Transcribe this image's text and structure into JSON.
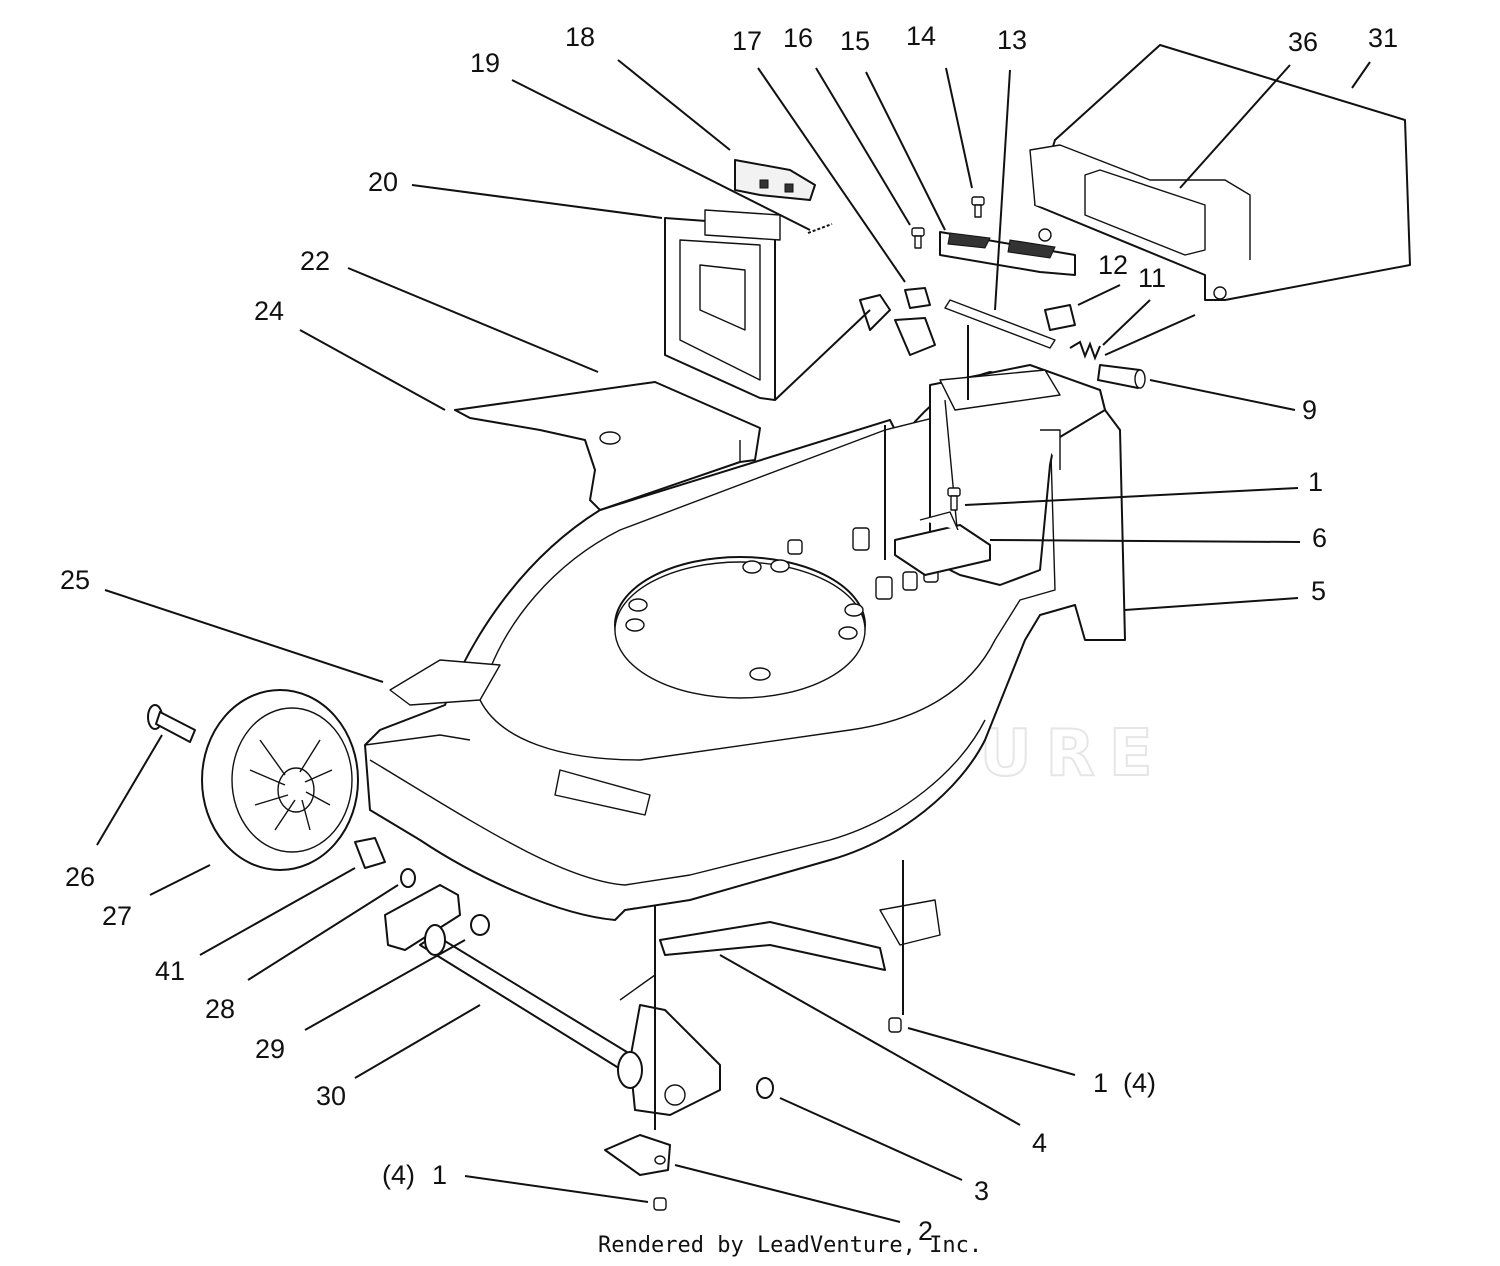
{
  "diagram": {
    "callouts": [
      {
        "id": "c18",
        "text": "18"
      },
      {
        "id": "c19",
        "text": "19"
      },
      {
        "id": "c20",
        "text": "20"
      },
      {
        "id": "c22",
        "text": "22"
      },
      {
        "id": "c24",
        "text": "24"
      },
      {
        "id": "c17",
        "text": "17"
      },
      {
        "id": "c16",
        "text": "16"
      },
      {
        "id": "c15",
        "text": "15"
      },
      {
        "id": "c14",
        "text": "14"
      },
      {
        "id": "c13",
        "text": "13"
      },
      {
        "id": "c36",
        "text": "36"
      },
      {
        "id": "c31",
        "text": "31"
      },
      {
        "id": "c12",
        "text": "12"
      },
      {
        "id": "c11",
        "text": "11"
      },
      {
        "id": "c9",
        "text": "9"
      },
      {
        "id": "c1a",
        "text": "1"
      },
      {
        "id": "c6",
        "text": "6"
      },
      {
        "id": "c5",
        "text": "5"
      },
      {
        "id": "c25",
        "text": "25"
      },
      {
        "id": "c26",
        "text": "26"
      },
      {
        "id": "c27",
        "text": "27"
      },
      {
        "id": "c41",
        "text": "41"
      },
      {
        "id": "c28",
        "text": "28"
      },
      {
        "id": "c29",
        "text": "29"
      },
      {
        "id": "c30",
        "text": "30"
      },
      {
        "id": "c1b",
        "text": "1"
      },
      {
        "id": "c4q1",
        "text": "(4)"
      },
      {
        "id": "c4",
        "text": "4"
      },
      {
        "id": "c3",
        "text": "3"
      },
      {
        "id": "c4q2",
        "text": "(4)"
      },
      {
        "id": "c1c",
        "text": "1"
      },
      {
        "id": "c2",
        "text": "2"
      }
    ],
    "watermark": "LEADVENTURE",
    "footer": "Rendered by LeadVenture, Inc."
  }
}
